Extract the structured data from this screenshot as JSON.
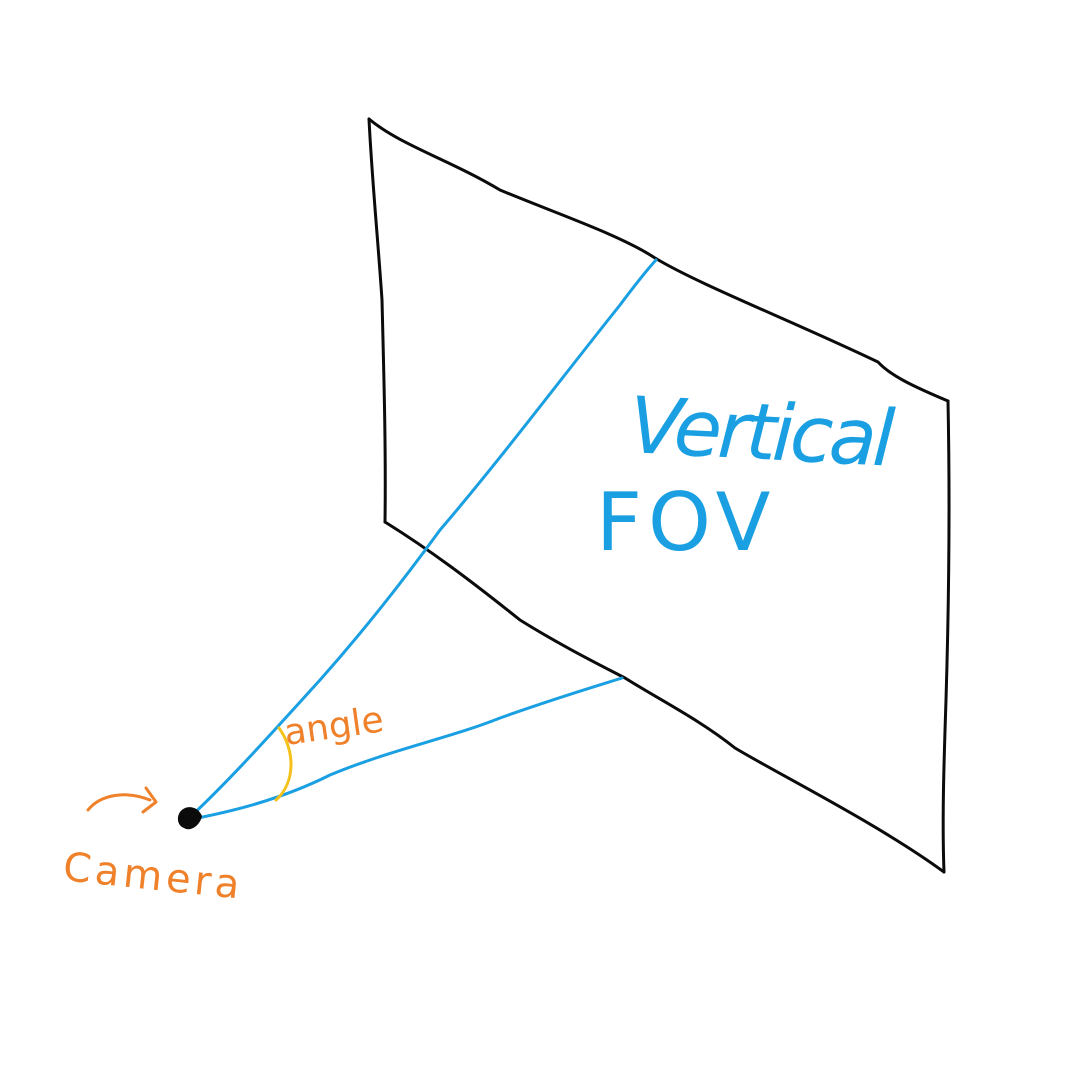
{
  "labels": {
    "fov_line1": "Vertical",
    "fov_line2": "FOV",
    "angle": "angle",
    "camera": "Camera"
  },
  "colors": {
    "plane": "#0b0b0b",
    "frustum": "#1aa0e2",
    "annotation": "#f0812b",
    "angle_arc": "#f5c21b",
    "camera_dot": "#0b0b0b"
  },
  "icons": {
    "camera_pointer": "curved-arrow-icon",
    "camera": "camera-dot-icon"
  }
}
